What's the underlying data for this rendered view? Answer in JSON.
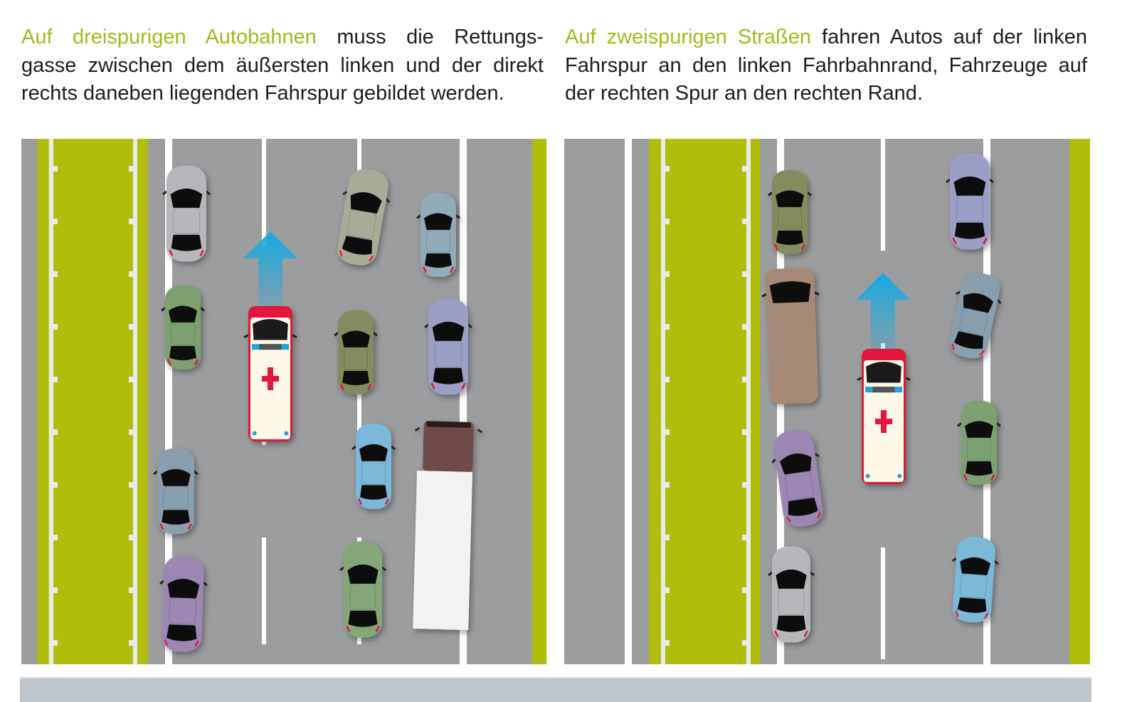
{
  "left_panel": {
    "caption": {
      "highlight": "Auf dreispurigen Autobahnen",
      "line1_rest": " muss die Rettungs-",
      "line2": "gasse zwischen dem äußersten linken und der direkt",
      "line3": "rechts daneben liegenden Fahrspur gebildet werden."
    },
    "lanes": 3
  },
  "right_panel": {
    "caption": {
      "highlight": "Auf zweispurigen Straßen",
      "line1_rest": " fahren Autos auf der linken",
      "line2": "Fahrspur an den linken Fahrbahnrand, Fahrzeuge auf",
      "line3": "der rechten Spur an den rechten Rand."
    },
    "lanes": 2
  },
  "colors": {
    "highlight": "#a6b91a",
    "road": "#9c9d9f",
    "median": "#b0bd0a",
    "arrow": "#1aa6dc",
    "ambulance_red": "#e3173e",
    "ambulance_body": "#fdf9e6"
  }
}
